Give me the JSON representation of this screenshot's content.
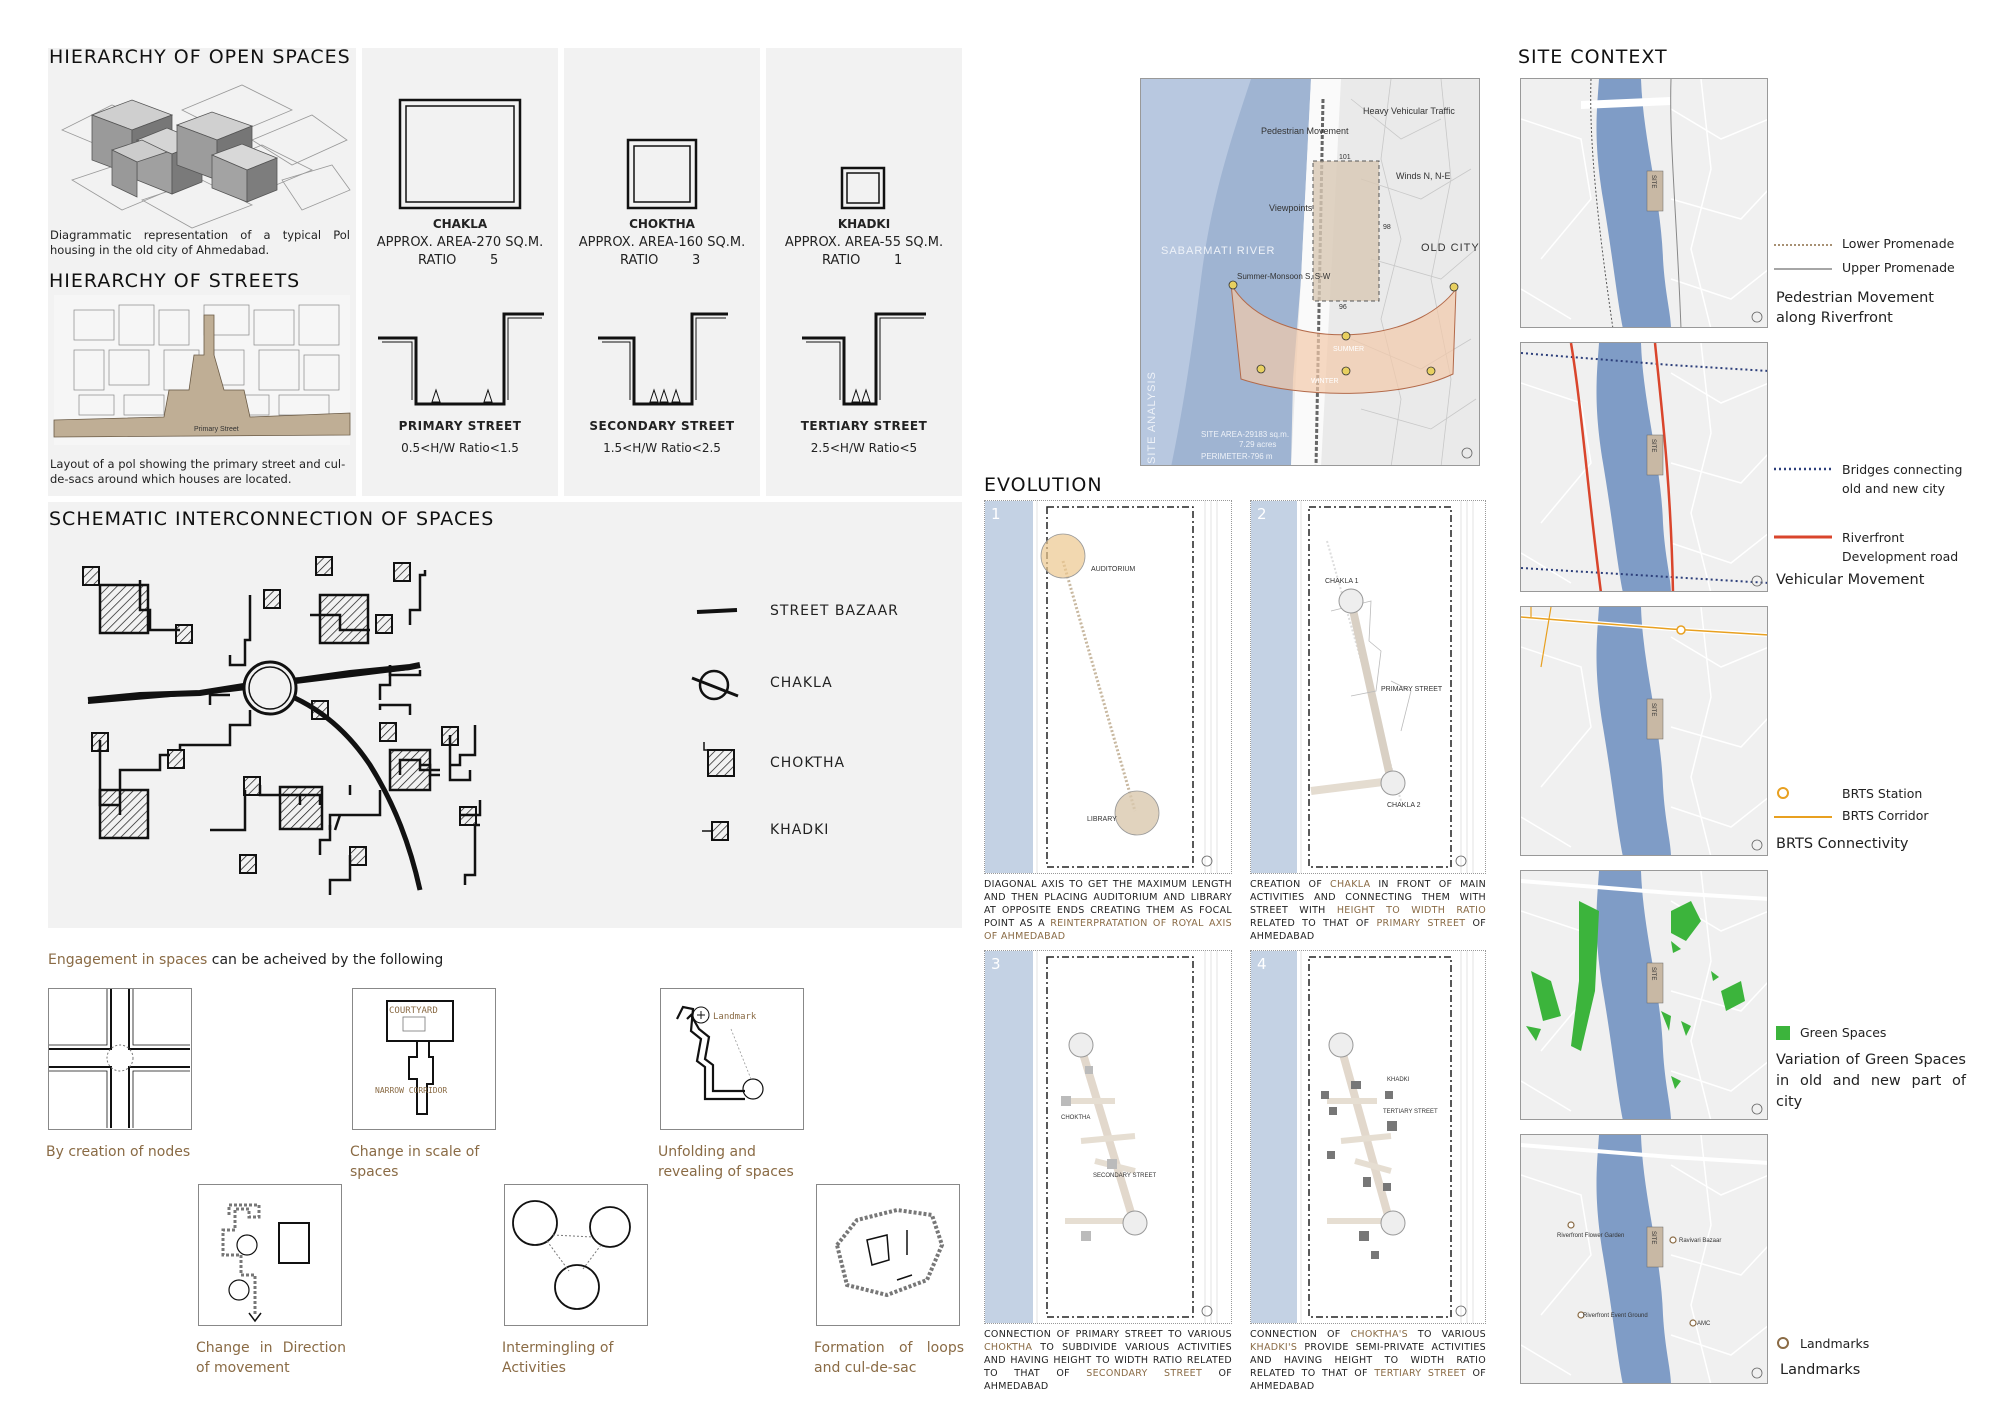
{
  "open_spaces": {
    "heading": "HIERARCHY OF OPEN SPACES",
    "caption": "Diagrammatic representation of a typical Pol housing in the old city of Ahmedabad.",
    "items": [
      {
        "name": "CHAKLA",
        "area": "APPROX. AREA-270 SQ.M.",
        "ratio_label": "RATIO",
        "ratio": "5"
      },
      {
        "name": "CHOKTHA",
        "area": "APPROX. AREA-160 SQ.M.",
        "ratio_label": "RATIO",
        "ratio": "3"
      },
      {
        "name": "KHADKI",
        "area": "APPROX. AREA-55 SQ.M.",
        "ratio_label": "RATIO",
        "ratio": "1"
      }
    ]
  },
  "streets": {
    "heading": "HIERARCHY OF STREETS",
    "caption": "Layout of a pol showing the primary street and cul-de-sacs around which houses are located.",
    "map_label": "Primary Street",
    "items": [
      {
        "name": "PRIMARY STREET",
        "ratio": "0.5<H/W Ratio<1.5"
      },
      {
        "name": "SECONDARY STREET",
        "ratio": "1.5<H/W Ratio<2.5"
      },
      {
        "name": "TERTIARY STREET",
        "ratio": "2.5<H/W Ratio<5"
      }
    ]
  },
  "schematic": {
    "heading": "SCHEMATIC INTERCONNECTION OF SPACES",
    "legend": [
      "STREET BAZAAR",
      "CHAKLA",
      "CHOKTHA",
      "KHADKI"
    ]
  },
  "engagement": {
    "intro_highlight": "Engagement in spaces",
    "intro_rest": "can be acheived by the following",
    "items": [
      {
        "caption": "By creation of nodes"
      },
      {
        "caption": "Change in scale of spaces",
        "labels": [
          "COURTYARD",
          "NARROW CORRIDOR"
        ]
      },
      {
        "caption": "Unfolding and revealing of spaces",
        "labels": [
          "Landmark"
        ]
      },
      {
        "caption": "Change in Direction of movement"
      },
      {
        "caption": "Intermingling of Activities"
      },
      {
        "caption": "Formation of loops and cul-de-sac"
      }
    ]
  },
  "site_analysis": {
    "vertical_label": "SITE ANALYSIS",
    "labels": {
      "pedestrian": "Pedestrian Movement",
      "heavy_vehicular": "Heavy Vehicular Traffic",
      "winds": "Winds N, N-E",
      "viewpoints": "Viewpoints",
      "river": "SABARMATI RIVER",
      "old_city": "OLD CITY",
      "summer_monsoon": "Summer-Monsoon S, S-W",
      "summer": "SUMMER",
      "winter": "WINTER"
    },
    "dims": [
      "101",
      "98",
      "96"
    ],
    "area": "SITE AREA-29183 sq.m.",
    "acres": "7.29 acres",
    "perimeter": "PERIMETER-796 m"
  },
  "evolution": {
    "heading": "EVOLUTION",
    "steps": [
      {
        "num": "1",
        "labels": [
          "AUDITORIUM",
          "LIBRARY"
        ],
        "text_plain_1": "DIAGONAL AXIS TO GET THE MAXIMUM LENGTH AND THEN PLACING AUDITORIUM AND LIBRARY AT OPPOSITE ENDS CREATING THEM AS FOCAL POINT AS A ",
        "text_hl_1": "REINTERPRATATION OF ROYAL AXIS OF AHMEDABAD"
      },
      {
        "num": "2",
        "labels": [
          "CHAKLA 1",
          "PRIMARY STREET",
          "CHAKLA 2"
        ],
        "text_plain_1": "CREATION OF ",
        "text_hl_1": "CHAKLA",
        "text_plain_2": " IN FRONT OF MAIN ACTIVITIES AND CONNECTING THEM WITH STREET WITH ",
        "text_hl_2": "HEIGHT TO WIDTH RATIO",
        "text_plain_3": " RELATED TO THAT OF ",
        "text_hl_3": "PRIMARY STREET",
        "text_plain_4": " OF AHMEDABAD"
      },
      {
        "num": "3",
        "labels": [
          "CHOKTHA",
          "SECONDARY STREET"
        ],
        "text_plain_1": "CONNECTION OF PRIMARY STREET TO VARIOUS ",
        "text_hl_1": "CHOKTHA",
        "text_plain_2": " TO SUBDIVIDE VARIOUS ACTIVITIES AND HAVING HEIGHT TO WIDTH RATIO RELATED TO THAT OF ",
        "text_hl_2": "SECONDARY STREET",
        "text_plain_3": " OF AHMEDABAD"
      },
      {
        "num": "4",
        "labels": [
          "KHADKI",
          "TERTIARY STREET"
        ],
        "text_plain_1": "CONNECTION OF ",
        "text_hl_1": "CHOKTHA'S",
        "text_plain_2": " TO VARIOUS ",
        "text_hl_2": "KHADKI'S",
        "text_plain_3": " PROVIDE SEMI-PRIVATE ACTIVITIES AND HAVING HEIGHT TO WIDTH RATIO RELATED TO THAT OF ",
        "text_hl_3": "TERTIARY STREET",
        "text_plain_4": " OF AHMEDABAD"
      }
    ]
  },
  "site_context": {
    "heading": "SITE CONTEXT",
    "site_label": "SITE",
    "maps": [
      {
        "legend": [
          "Lower Promenade",
          "Upper Promenade"
        ],
        "title": "Pedestrian Movement along Riverfront"
      },
      {
        "legend": [
          "Bridges connecting old and new city",
          "Riverfront Development road"
        ],
        "title": "Vehicular Movement"
      },
      {
        "legend": [
          "BRTS Station",
          "BRTS Corridor"
        ],
        "title": "BRTS Connectivity"
      },
      {
        "legend": [
          "Green Spaces"
        ],
        "title": "Variation of Green Spaces in old and new part of city"
      },
      {
        "legend": [
          "Landmarks"
        ],
        "title": "Landmarks",
        "places": [
          "Riverfront Flower Garden",
          "Ravivari Bazaar",
          "Riverfront Event Ground",
          "AMC"
        ]
      }
    ]
  },
  "colors": {
    "panel": "#f2f2f2",
    "river": "#8fa8c8",
    "highlight": "#8a6b45",
    "red_road": "#d9452c",
    "bridge_blue": "#2c3e7a",
    "brts": "#e8a020",
    "green": "#3cb43c"
  }
}
